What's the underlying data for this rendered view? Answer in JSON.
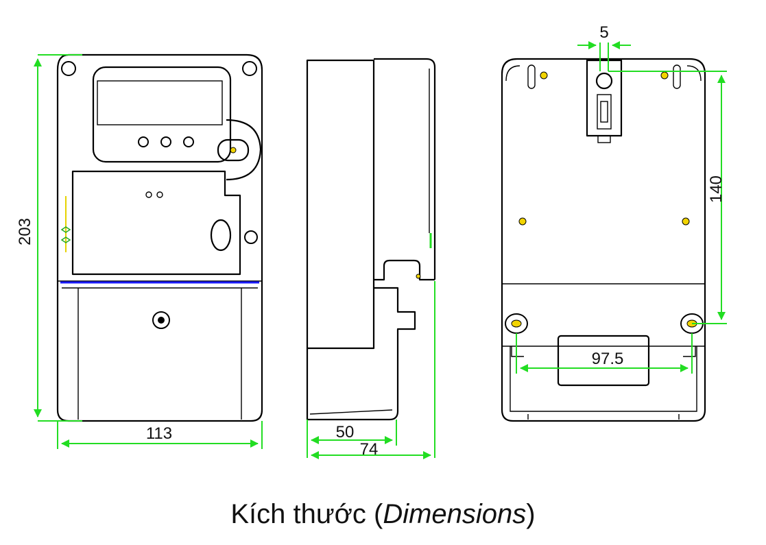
{
  "caption": {
    "prefix": "Kích thước (",
    "emphasis": "Dimensions",
    "suffix": ")"
  },
  "dimensions": {
    "height": "203",
    "front_width": "113",
    "side_depth_body": "50",
    "side_depth_total": "74",
    "slot_width": "5",
    "mounting_vertical": "140",
    "mounting_horizontal": "97.5"
  },
  "colors": {
    "dimension_lines": "#22dd22",
    "outline": "#000000",
    "fastener_highlight": "#f2d400"
  }
}
